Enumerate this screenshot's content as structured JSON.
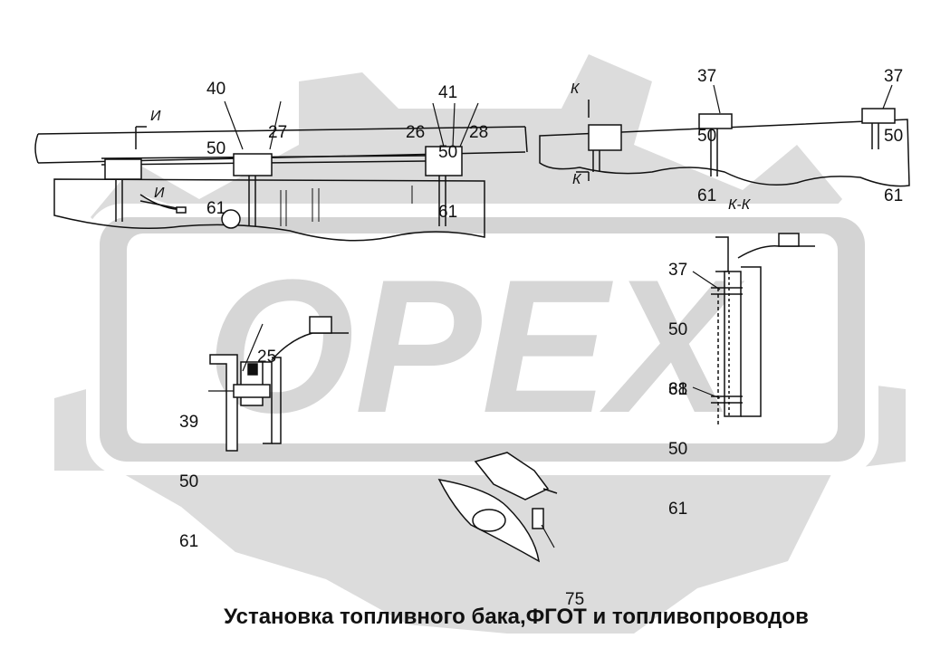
{
  "watermark": {
    "text": "ОРЕХ",
    "color": "#d9d9d9"
  },
  "callouts": [
    {
      "id": "c1",
      "lines": [
        "40",
        "50",
        "61"
      ]
    },
    {
      "id": "c2",
      "lines": [
        "27"
      ]
    },
    {
      "id": "c3",
      "lines": [
        "41",
        "50",
        "61"
      ]
    },
    {
      "id": "c4",
      "lines": [
        "26"
      ]
    },
    {
      "id": "c5",
      "lines": [
        "28"
      ]
    },
    {
      "id": "c6",
      "lines": [
        "37",
        "50",
        "61"
      ]
    },
    {
      "id": "c7",
      "lines": [
        "37",
        "50",
        "61"
      ]
    },
    {
      "id": "c8",
      "lines": [
        "37",
        "50",
        "61"
      ]
    },
    {
      "id": "c9",
      "lines": [
        "38",
        "50",
        "61"
      ]
    },
    {
      "id": "c10",
      "lines": [
        "25"
      ]
    },
    {
      "id": "c11",
      "lines": [
        "39",
        "50",
        "61"
      ]
    },
    {
      "id": "c12",
      "lines": [
        "75"
      ]
    }
  ],
  "section_marks": {
    "i_top": "И",
    "i_bottom": "И",
    "k_top": "К",
    "k_bottom": "К",
    "kk_title": "К-К"
  },
  "caption": "Установка топливного бака,ФГОТ и топливопроводов"
}
